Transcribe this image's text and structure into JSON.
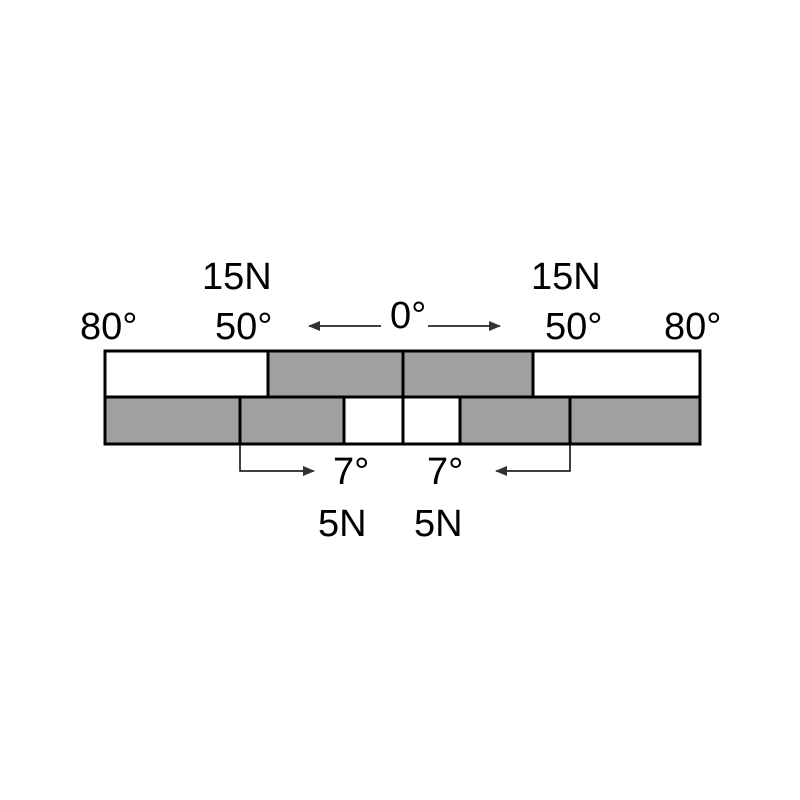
{
  "colors": {
    "shaded": "#a0a0a0",
    "blank": "#ffffff",
    "outline": "#000000",
    "arrow": "#333333"
  },
  "upper_band": {
    "left_outer_label": "80°",
    "left_force_label": "15N",
    "left_angle_label": "50°",
    "center_label": "0°",
    "right_force_label": "15N",
    "right_angle_label": "50°",
    "right_outer_label": "80°"
  },
  "lower_band": {
    "left_angle_label": "7°",
    "left_force_label": "5N",
    "right_angle_label": "7°",
    "right_force_label": "5N"
  }
}
